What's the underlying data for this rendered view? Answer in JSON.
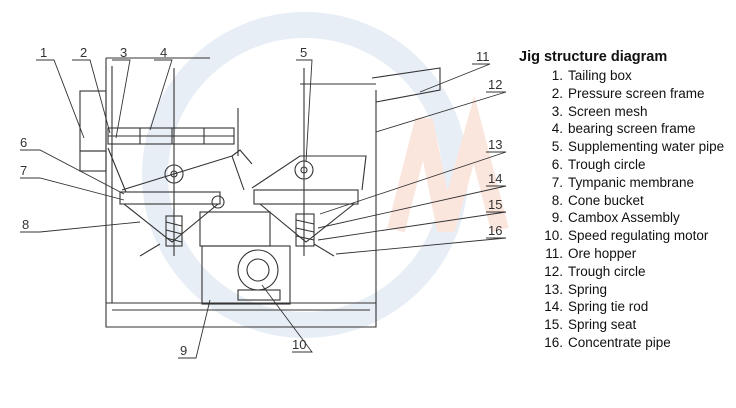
{
  "legend": {
    "title": "Jig structure diagram",
    "items": [
      {
        "num": "1.",
        "label": "Tailing box"
      },
      {
        "num": "2.",
        "label": "Pressure screen frame"
      },
      {
        "num": "3.",
        "label": "Screen mesh"
      },
      {
        "num": "4.",
        "label": "bearing screen frame"
      },
      {
        "num": "5.",
        "label": "Supplementing water pipe"
      },
      {
        "num": "6.",
        "label": "Trough circle"
      },
      {
        "num": "7.",
        "label": "Tympanic membrane"
      },
      {
        "num": "8.",
        "label": "Cone bucket"
      },
      {
        "num": "9.",
        "label": "Cambox Assembly"
      },
      {
        "num": "10.",
        "label": "Speed regulating motor"
      },
      {
        "num": "11.",
        "label": "Ore hopper"
      },
      {
        "num": "12.",
        "label": "Trough circle"
      },
      {
        "num": "13.",
        "label": "Spring"
      },
      {
        "num": "14.",
        "label": "Spring tie rod"
      },
      {
        "num": "15.",
        "label": "Spring seat"
      },
      {
        "num": "16.",
        "label": "Concentrate pipe"
      }
    ]
  },
  "callouts": [
    "1",
    "2",
    "3",
    "4",
    "5",
    "6",
    "7",
    "8",
    "9",
    "10",
    "11",
    "12",
    "13",
    "14",
    "15",
    "16"
  ],
  "colors": {
    "line": "#333333",
    "watermark": "#e8eef6",
    "watermark_accent": "#fbe6de",
    "text": "#111111"
  }
}
